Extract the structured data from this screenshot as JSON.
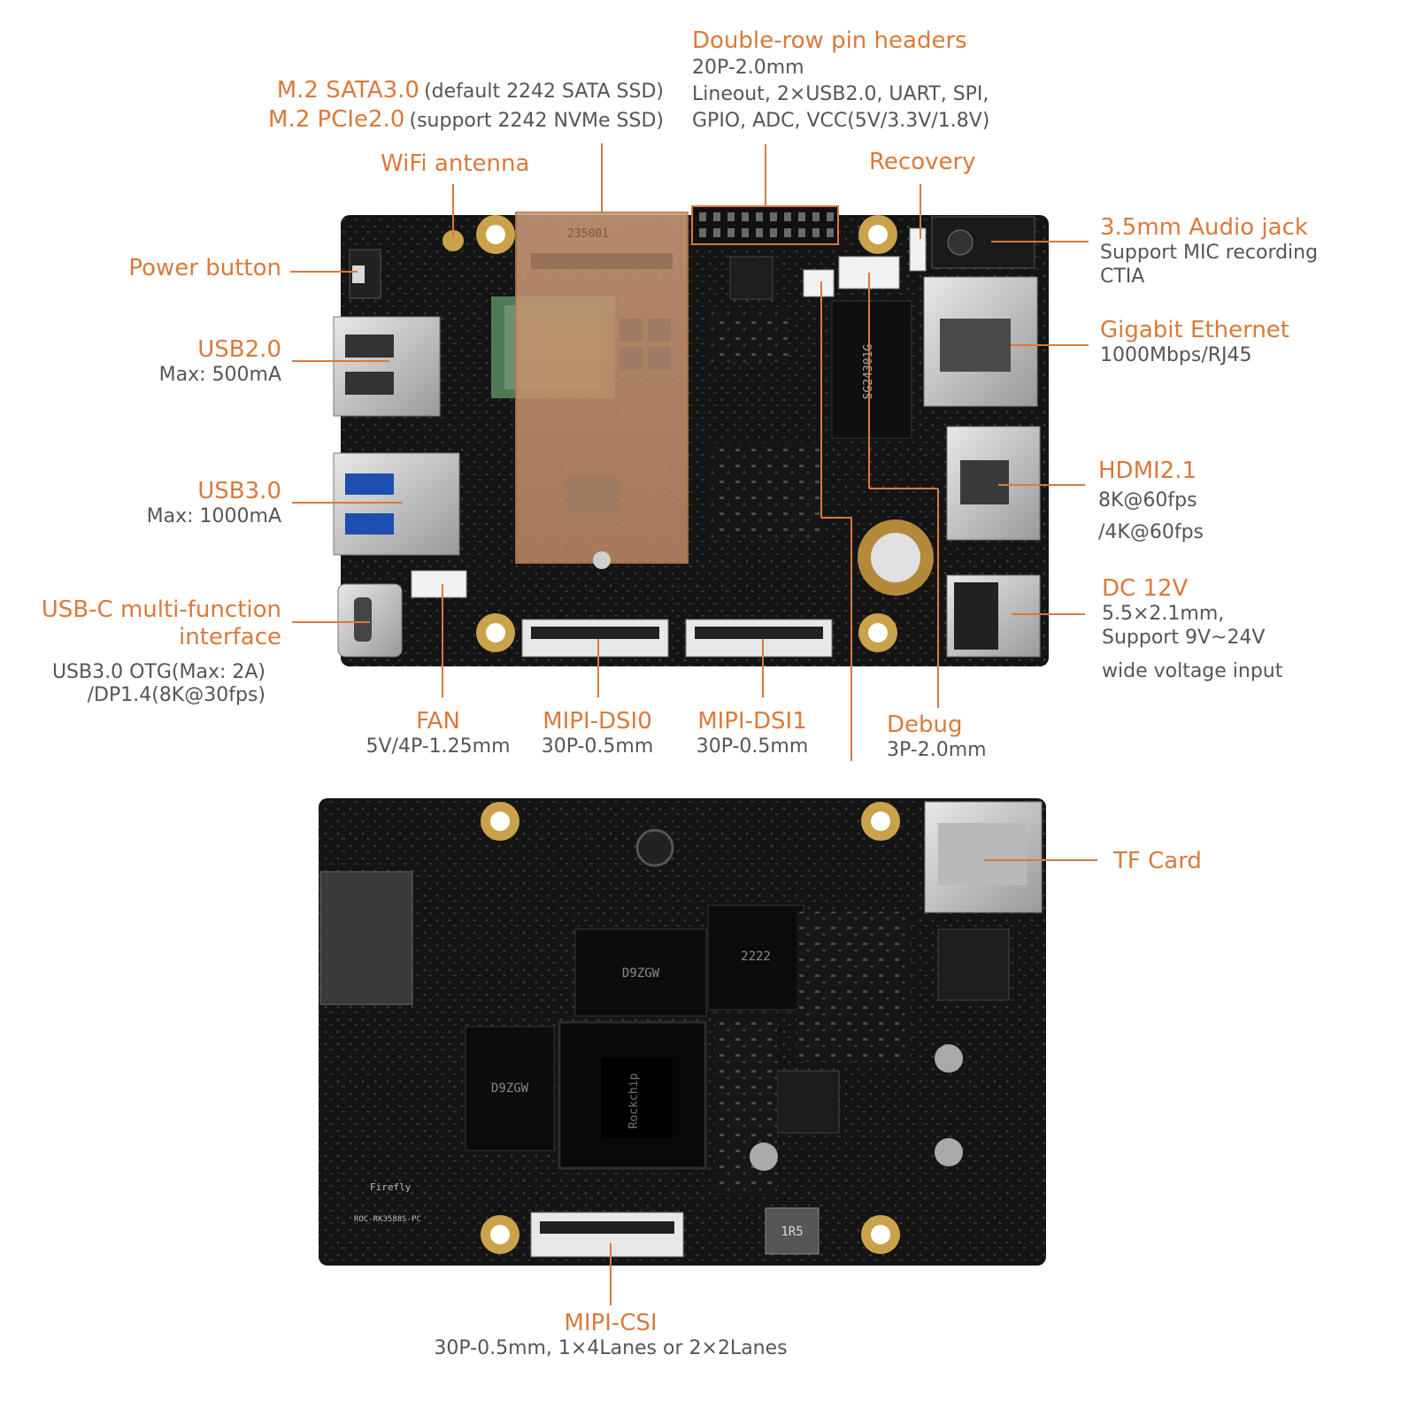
{
  "colors": {
    "accent": "#d97a3a",
    "subtext": "#555555",
    "pcb": "#151515",
    "copper": "#c99a76"
  },
  "labels": {
    "m2_sata": {
      "title": "M.2 SATA3.0",
      "detail": "(default 2242 SATA SSD)"
    },
    "m2_pcie": {
      "title": "M.2 PCIe2.0",
      "detail": "(support 2242 NVMe SSD)"
    },
    "pin_headers": {
      "title": "Double-row pin headers",
      "line1": "20P-2.0mm",
      "line2": "Lineout, 2×USB2.0, UART, SPI,",
      "line3": "GPIO, ADC, VCC(5V/3.3V/1.8V)"
    },
    "wifi": {
      "title": "WiFi antenna"
    },
    "recovery": {
      "title": "Recovery"
    },
    "power": {
      "title": "Power button"
    },
    "audio": {
      "title": "3.5mm Audio jack",
      "line1": "Support MIC recording",
      "line2": "CTIA"
    },
    "usb2": {
      "title": "USB2.0",
      "line1": "Max: 500mA"
    },
    "ethernet": {
      "title": "Gigabit Ethernet",
      "line1": "1000Mbps/RJ45"
    },
    "usb3": {
      "title": "USB3.0",
      "line1": "Max: 1000mA"
    },
    "hdmi": {
      "title": "HDMI2.1",
      "line1": "8K@60fps",
      "line2": "/4K@60fps"
    },
    "usbc": {
      "title1": "USB-C multi-function",
      "title2": "interface",
      "line1": "USB3.0 OTG(Max: 2A)",
      "line2": "/DP1.4(8K@30fps)"
    },
    "dc": {
      "title": "DC 12V",
      "line1": "5.5×2.1mm,",
      "line2": "Support 9V~24V",
      "line3": "wide voltage input"
    },
    "fan": {
      "title": "FAN",
      "line1": "5V/4P-1.25mm"
    },
    "dsi0": {
      "title": "MIPI-DSI0",
      "line1": "30P-0.5mm"
    },
    "dsi1": {
      "title": "MIPI-DSI1",
      "line1": "30P-0.5mm"
    },
    "debug": {
      "title": "Debug",
      "line1": "3P-2.0mm"
    },
    "tf": {
      "title": "TF Card"
    },
    "csi": {
      "title": "MIPI-CSI",
      "line1": "30P-0.5mm, 1×4Lanes or 2×2Lanes"
    }
  },
  "board_marks": {
    "m2_code": "235001",
    "pmic": "SG24301G",
    "bottom_logo": "Rockchip",
    "brand": "Firefly",
    "model": "ROC-RK3588S-PC",
    "inductor": "1R5",
    "ram1": "D9ZGW",
    "ram2": "D9ZGW",
    "emmc": "2222"
  }
}
